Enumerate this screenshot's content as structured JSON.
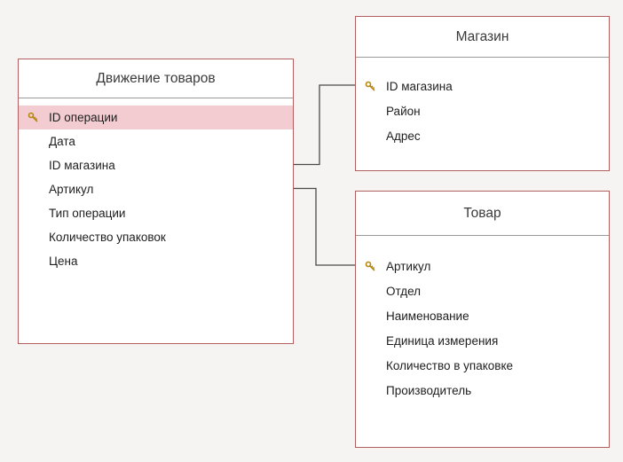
{
  "app": {
    "view_name": "relationships-diagram"
  },
  "colors": {
    "background": "#f5f4f2",
    "table_border": "#b15e5e",
    "table_background": "#ffffff",
    "title_text": "#3a3a3a",
    "field_text": "#1e1e1e",
    "selected_row_background": "#f2ccd1",
    "relationship_line": "#4a4a4a",
    "key_icon": "#c09a1e"
  },
  "icons": {
    "primary_key": "key-icon"
  },
  "tables": [
    {
      "title": "Движение товаров",
      "fields": [
        {
          "name": "ID операции",
          "primary_key": true,
          "selected": true
        },
        {
          "name": "Дата",
          "primary_key": false,
          "selected": false
        },
        {
          "name": "ID магазина",
          "primary_key": false,
          "selected": false
        },
        {
          "name": "Артикул",
          "primary_key": false,
          "selected": false
        },
        {
          "name": "Тип операции",
          "primary_key": false,
          "selected": false
        },
        {
          "name": "Количество упаковок",
          "primary_key": false,
          "selected": false
        },
        {
          "name": "Цена",
          "primary_key": false,
          "selected": false
        }
      ]
    },
    {
      "title": "Магазин",
      "fields": [
        {
          "name": "ID магазина",
          "primary_key": true,
          "selected": false
        },
        {
          "name": "Район",
          "primary_key": false,
          "selected": false
        },
        {
          "name": "Адрес",
          "primary_key": false,
          "selected": false
        }
      ]
    },
    {
      "title": "Товар",
      "fields": [
        {
          "name": "Артикул",
          "primary_key": true,
          "selected": false
        },
        {
          "name": "Отдел",
          "primary_key": false,
          "selected": false
        },
        {
          "name": "Наименование",
          "primary_key": false,
          "selected": false
        },
        {
          "name": "Единица измерения",
          "primary_key": false,
          "selected": false
        },
        {
          "name": "Количество в упаковке",
          "primary_key": false,
          "selected": false
        },
        {
          "name": "Производитель",
          "primary_key": false,
          "selected": false
        }
      ]
    }
  ],
  "relationships": [
    {
      "from_table": "Движение товаров",
      "from_field": "ID магазина",
      "to_table": "Магазин",
      "to_field": "ID магазина"
    },
    {
      "from_table": "Движение товаров",
      "from_field": "Артикул",
      "to_table": "Товар",
      "to_field": "Артикул"
    }
  ]
}
